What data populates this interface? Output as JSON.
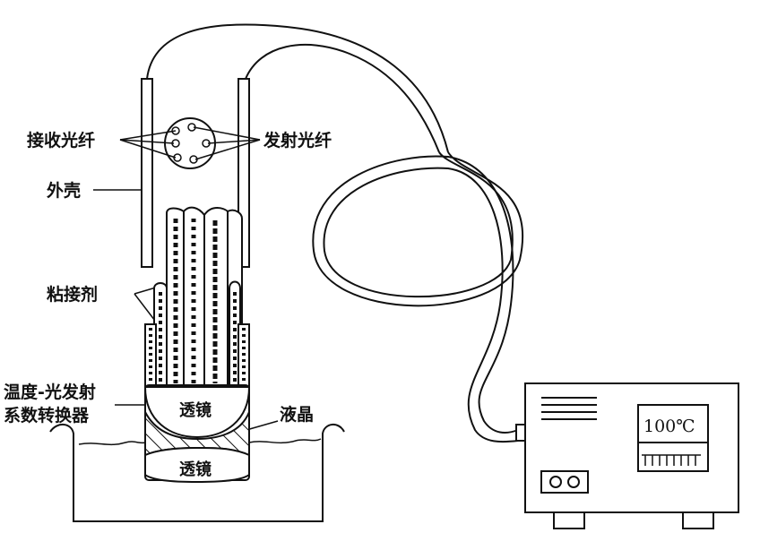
{
  "labels": {
    "receive_fiber": "接收光纤",
    "emit_fiber": "发射光纤",
    "housing": "外壳",
    "adhesive": "粘接剂",
    "converter_line1": "温度-光发射",
    "converter_line2": "系数转换器",
    "liquid_crystal": "液晶",
    "lens_top": "透镜",
    "lens_bottom": "透镜"
  },
  "instrument": {
    "display": "100℃"
  }
}
